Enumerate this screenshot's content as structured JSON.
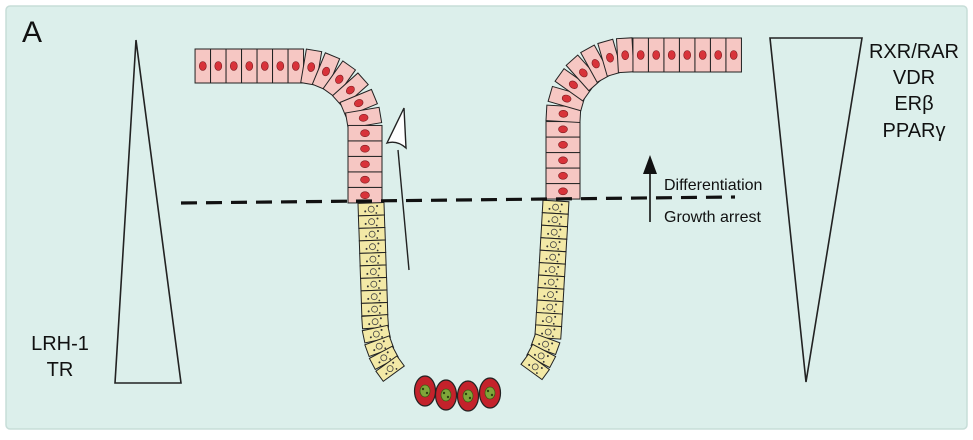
{
  "panel_label": "A",
  "left_genes": [
    "LRH-1",
    "TR"
  ],
  "right_genes": [
    "RXR/RAR",
    "VDR",
    "ERβ",
    "PPARγ"
  ],
  "differentiation_label": "Differentiation",
  "growth_arrest_label": "Growth arrest",
  "colors": {
    "background": "#dcefeb",
    "panel_border": "#c7ddd8",
    "differentiated_cell_fill": "#f6c7c3",
    "differentiated_nucleus": "#d8333a",
    "proliferating_cell_fill": "#f3e9a6",
    "stem_cell_fill": "#c4222b",
    "stem_nucleus": "#7fa63a",
    "outline": "#222222"
  }
}
